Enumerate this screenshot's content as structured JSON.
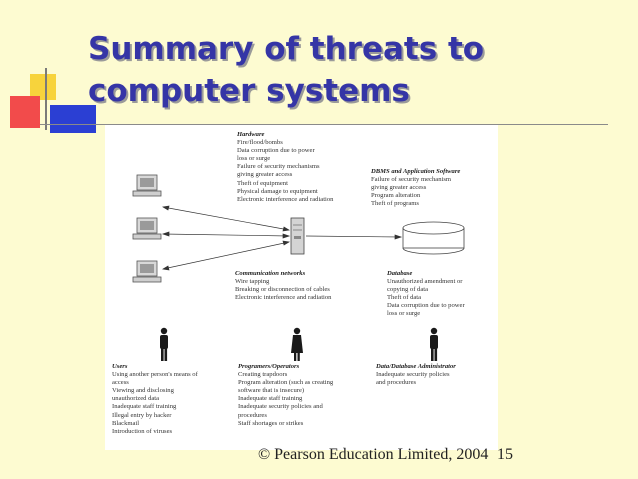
{
  "slide": {
    "title_lines": [
      "Summary of threats to",
      "computer systems"
    ],
    "footer": "© Pearson Education Limited, 2004",
    "page_number": "15"
  },
  "diagram": {
    "hardware": {
      "heading": "Hardware",
      "lines": [
        "Fire/flood/bombs",
        "Data corruption due to power",
        "loss or surge",
        "Failure of security mechanisms",
        "giving greater access",
        "Theft of equipment",
        "Physical damage to equipment",
        "Electronic interference and radiation"
      ]
    },
    "dbms": {
      "heading": "DBMS and Application Software",
      "lines": [
        "Failure of security mechanism",
        "giving greater access",
        "Program alteration",
        "Theft of programs"
      ]
    },
    "communication": {
      "heading": "Communication networks",
      "lines": [
        "Wire tapping",
        "Breaking or disconnection of cables",
        "Electronic interference and radiation"
      ]
    },
    "database": {
      "heading": "Database",
      "lines": [
        "Unauthorized amendment or",
        "copying of data",
        "Theft of data",
        "Data corruption due to power",
        "loss or surge"
      ]
    },
    "users": {
      "heading": "Users",
      "lines": [
        "Using another person's means of",
        "access",
        "Viewing and disclosing",
        "unauthorized data",
        "Inadequate staff training",
        "Illegal entry by hacker",
        "Blackmail",
        "Introduction of viruses"
      ]
    },
    "programmers": {
      "heading": "Programers/Operators",
      "lines": [
        "Creating trapdoors",
        "Program alteration (such as creating",
        "software that is insecure)",
        "Inadequate staff training",
        "Inadequate security policies and",
        "procedures",
        "Staff shortages or strikes"
      ]
    },
    "dba": {
      "heading": "Data/Database Administrator",
      "lines": [
        "Inadequate security policies",
        "and procedures"
      ]
    }
  }
}
